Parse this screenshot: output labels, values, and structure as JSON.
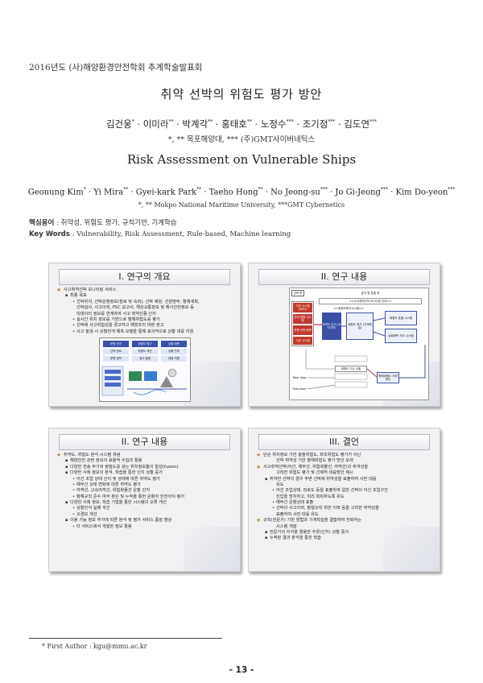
{
  "header": {
    "conference": "2016년도 (사)해양환경안전학회 추계학술발표회"
  },
  "title_ko": "취약 선박의 위험도 평가 방안",
  "authors_ko": [
    {
      "name": "김건웅",
      "mark": "*"
    },
    {
      "name": "이미라",
      "mark": "**"
    },
    {
      "name": "박계각",
      "mark": "**"
    },
    {
      "name": "홍태호",
      "mark": "**"
    },
    {
      "name": "노정수",
      "mark": "***"
    },
    {
      "name": "조기정",
      "mark": "***"
    },
    {
      "name": "김도연",
      "mark": "***"
    }
  ],
  "affiliation_ko": "*, ** 목포해양대, *** (주)GMT사이버네틱스",
  "title_en": "Risk Assessment on Vulnerable Ships",
  "authors_en": [
    {
      "name": "Geonung Kim",
      "mark": "*"
    },
    {
      "name": "Yi Mira",
      "mark": "**"
    },
    {
      "name": "Gyei-kark Park",
      "mark": "**"
    },
    {
      "name": "Taeho Hong",
      "mark": "**"
    },
    {
      "name": "No Jeong-su",
      "mark": "***"
    },
    {
      "name": "Jo Gi-Jeong",
      "mark": "***"
    },
    {
      "name": "Kim Do-yeon",
      "mark": "***"
    }
  ],
  "affiliation_en": "*, ** Mokpo National Maritime University, ***GMT Cybernetics",
  "keywords_ko": {
    "label": "핵심용어",
    "text": "취약성, 위험도 평가, 규칙기반, 기계학습"
  },
  "keywords_en": {
    "label": "Key Words",
    "text": "Vulnerability, Risk Assessment, Rule-based, Machine learning"
  },
  "slides": {
    "s1": {
      "title": "I. 연구의 개요",
      "lines": [
        {
          "lv": 1,
          "t": "사고취약선박 모니터링 서비스"
        },
        {
          "lv": 2,
          "t": "최종 목표"
        },
        {
          "lv": 3,
          "t": "선박위치, 선박운항정보(침로 및 속력), 선박 제원, 선원명부, 항해계획,"
        },
        {
          "lv": 0,
          "t": "선박검사, 사고이력, PSC 보고서, 해상교통정보 및 해사안전정보 등"
        },
        {
          "lv": 0,
          "t": "빅데이터 정보를 연계하여 사고 취약선종 인지"
        },
        {
          "lv": 3,
          "t": "실시간 위치 정보를 기반으로 항해위험도를 평가"
        },
        {
          "lv": 3,
          "t": "선박에 사고위험성을 경고하고 예방조치 마련 권고"
        },
        {
          "lv": 3,
          "t": "사고 발생 시 상황전개 예측 모델을 통해 효과적으로 상황 대응 지원"
        }
      ],
      "diagram": {
        "col1": "운항 안전",
        "col2": "위험도 평가",
        "col3": "상황 예측",
        "r1": [
          "선박 정보",
          "위험도 계산",
          "상황 전개"
        ],
        "r2": [
          "운항 정보",
          "경고 발령",
          "대응 지원"
        ]
      }
    },
    "s2": {
      "title": "II. 연구 내용",
      "labels": {
        "input": "입력 층",
        "analysis": "분석 및 표출 층",
        "service": "<<사고취약선박 모니터링 인터>>",
        "eval": "<<위험도평가시스템>>",
        "d1": "기반 시스템 (MSG)",
        "d2": "선박 제원 시스템",
        "d3": "운항 선박 정보",
        "d4": "기존 시스템",
        "m1": "취약도 분석 (규칙기반)",
        "m2": "위험도 평가 (기계학습)",
        "r1": "위험도 표출 시스템",
        "r2": "상황예측 지도 시스템",
        "b1": "위험도 지수 산출",
        "b2": "항해위험도 추론엔진",
        "b3": "Real data",
        "b4": "Rule base"
      }
    },
    "s3": {
      "title": "II. 연구 내용",
      "lines": [
        {
          "lv": 1,
          "t": "취약도, 위험도 분석 시스템 개념"
        },
        {
          "lv": 2,
          "t": "해양안전 관련 정보의 효율적 수집과 활용"
        },
        {
          "lv": 2,
          "t": "다양한 전송 주기와 정밀도를 갖는 위치정보들의 합성(fusion)"
        },
        {
          "lv": 2,
          "t": "다양한 사례 정보의 분석, 학습을 통한 인지 상황 증가"
        },
        {
          "lv": 3,
          "t": "어선 조업 상태 인지 및 상태에 따른 취약도 평가"
        },
        {
          "lv": 3,
          "t": "예부선 상태 변화에 따른 취약도 평가"
        },
        {
          "lv": 3,
          "t": "여객선, 고속여객선, 위험화물선 운항 인지"
        },
        {
          "lv": 3,
          "t": "항해규칙 준수 여부 판단 및 누적을 통한 운항자 안전의식 평가"
        },
        {
          "lv": 2,
          "t": "다양한 사례 정보, 학습 기법을 통한 시스템의 오류 개선"
        },
        {
          "lv": 3,
          "t": "상황인식 실패 개선"
        },
        {
          "lv": 3,
          "t": "오경보 개선"
        },
        {
          "lv": 2,
          "t": "이용 가능 정보 추가에 따른 분석 및 평가 서비스 품질 향상"
        },
        {
          "lv": 3,
          "t": "타 서비스에서 개발된 정보 활용"
        }
      ]
    },
    "s4": {
      "title": "III. 결언",
      "lines": [
        {
          "lv": 1,
          "t": "단순 위치정보 기반 충돌위험도, 좌초위험도 평가가 아닌"
        },
        {
          "lv": 0,
          "t": "선박 취약성 기반 항해위험도 평가 방안 모색"
        },
        {
          "lv": 1,
          "t": "사고취약선박(어선, 예부선, 위험화물선, 여객선)의 취약성을"
        },
        {
          "lv": 0,
          "t": "고려한 위험도 평가 및 선제적 대응방안 제시"
        },
        {
          "lv": 2,
          "t": "취약한 선박의 경우 주변 선박에 취약성을 표출하여 사전 대응"
        },
        {
          "lv": 0,
          "t": "유도"
        },
        {
          "lv": 3,
          "t": "어선 조업상태, 피로도 등을 표출하여 일반 선박의 어선 조업구간"
        },
        {
          "lv": 0,
          "t": "진입을 방지하고, 미리 회피하도록 유도"
        },
        {
          "lv": 3,
          "t": "예부선 운항상태 표출"
        },
        {
          "lv": 3,
          "t": "선박의 사고이력, 항행규칙 위반 이력 등을 고려한 취약성을"
        },
        {
          "lv": 0,
          "t": "표출하여 사전 대응 유도"
        },
        {
          "lv": 1,
          "t": "규칙(전문가) 기반 방법과 기계학습을 결합하여 진화하는"
        },
        {
          "lv": 0,
          "t": "시스템 개발"
        },
        {
          "lv": 2,
          "t": "전문가의 지식을 활용한 추론(인지) 상황 증가"
        },
        {
          "lv": 2,
          "t": "누적된 결과 분석을 통한 학습"
        }
      ]
    }
  },
  "footnote": "* First Author : kgu@mmu.ac.kr",
  "page_number": "- 13 -",
  "colors": {
    "bullet": "#c07a2a",
    "slide_bg": "#f2f2f4",
    "diagram_blue": "#3a4fa8",
    "diagram_red": "#c23a2f"
  }
}
